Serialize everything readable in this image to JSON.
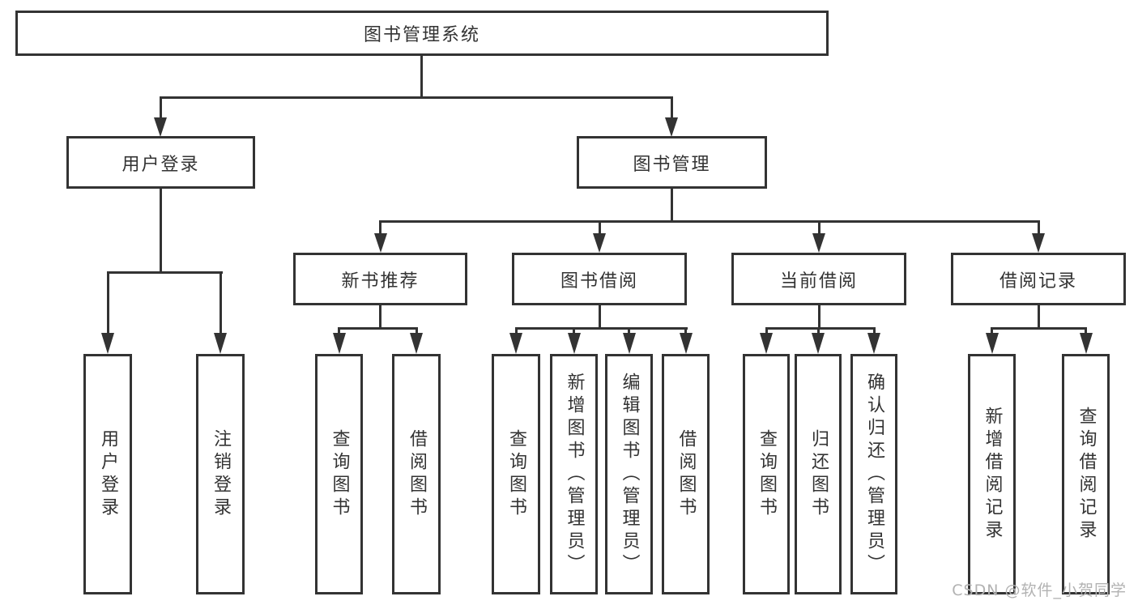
{
  "colors": {
    "line": "#333333",
    "border": "#333333",
    "text": "#333333",
    "background": "#ffffff",
    "watermark": "#b2b2b2"
  },
  "tree": {
    "label": "图书管理系统",
    "children": [
      {
        "label": "用户登录",
        "children": [
          {
            "label": "用户登录"
          },
          {
            "label": "注销登录"
          }
        ]
      },
      {
        "label": "图书管理",
        "children": [
          {
            "label": "新书推荐",
            "children": [
              {
                "label": "查询图书"
              },
              {
                "label": "借阅图书"
              }
            ]
          },
          {
            "label": "图书借阅",
            "children": [
              {
                "label": "查询图书"
              },
              {
                "label": "新增图书（管理员）"
              },
              {
                "label": "编辑图书（管理员）"
              },
              {
                "label": "借阅图书"
              }
            ]
          },
          {
            "label": "当前借阅",
            "children": [
              {
                "label": "查询图书"
              },
              {
                "label": "归还图书"
              },
              {
                "label": "确认归还（管理员）"
              }
            ]
          },
          {
            "label": "借阅记录",
            "children": [
              {
                "label": "新增借阅记录"
              },
              {
                "label": "查询借阅记录"
              }
            ]
          }
        ]
      }
    ]
  },
  "watermark": {
    "text": "CSDN @软件_小贺同学"
  }
}
